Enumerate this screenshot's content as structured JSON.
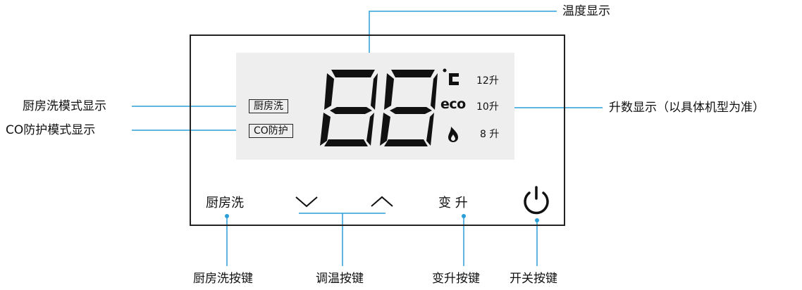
{
  "callouts": {
    "temp_display": "温度显示",
    "kitchen_mode_display": "厨房洗模式显示",
    "co_mode_display": "CO防护模式显示",
    "liters_display": "升数显示（以具体机型为准）",
    "kitchen_key": "厨房洗按键",
    "temp_adjust_keys": "调温按键",
    "liters_key": "变升按键",
    "power_key": "开关按键"
  },
  "lcd": {
    "kitchen_tag": "厨房洗",
    "co_tag": "CO防护",
    "digits": "88",
    "celsius_symbol": "°C",
    "eco_label": "eco",
    "liters": [
      "12升",
      "10升",
      "8 升"
    ]
  },
  "buttons": {
    "kitchen": "厨房洗",
    "liters": "变 升"
  },
  "icons": {
    "down": "chevron-down",
    "up": "chevron-up",
    "power": "power",
    "flame": "flame",
    "celsius": "celsius"
  },
  "colors": {
    "leader": "#2a9fd8",
    "lcd_bg": "#eeeeee",
    "frame": "#222222"
  }
}
